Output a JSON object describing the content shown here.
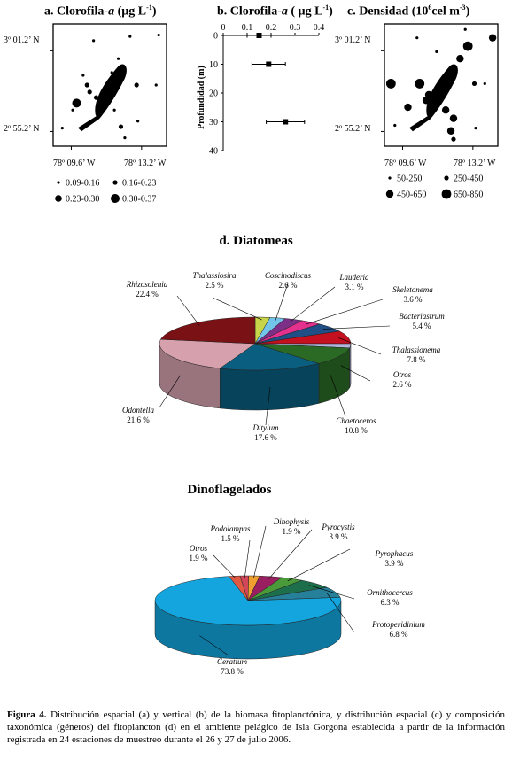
{
  "caption": {
    "label": "Figura 4.",
    "text": " Distribución espacial (a) y vertical (b) de la biomasa fitoplanctónica, y distribución espacial (c) y composición taxonómica (géneros) del fitoplancton (d) en el ambiente pelágico de Isla Gorgona establecida a partir de la información registrada en 24 estaciones de muestreo durante el 26 y 27 de julio 2006."
  },
  "maps": {
    "lat_top": "3º 01.2’ N",
    "lat_bottom": "2º 55.2’ N",
    "lon_left": "78º 09.6’ W",
    "lon_right": "78º 13.2’ W"
  },
  "chart_data": [
    {
      "type": "scatter",
      "panel": "a",
      "title_prefix": "a. Clorofila-",
      "title_italic": "a",
      "title_suffix": " (µg L",
      "title_sup": "-1",
      "title_end": ")",
      "legend": [
        "0.09-0.16",
        "0.16-0.23",
        "0.23-0.30",
        "0.30-0.37"
      ],
      "points": [
        {
          "lon": 78.158,
          "lat": 2.993,
          "cls": 0
        },
        {
          "lon": 78.194,
          "lat": 3.021,
          "cls": 0
        },
        {
          "lon": 78.216,
          "lat": 3.022,
          "cls": 0
        },
        {
          "lon": 78.166,
          "lat": 3.018,
          "cls": 0
        },
        {
          "lon": 78.214,
          "lat": 2.986,
          "cls": 0
        },
        {
          "lon": 78.199,
          "lat": 2.986,
          "cls": 1
        },
        {
          "lon": 78.161,
          "lat": 2.986,
          "cls": 1
        },
        {
          "lon": 78.168,
          "lat": 2.977,
          "cls": 1
        },
        {
          "lon": 78.163,
          "lat": 2.981,
          "cls": 1
        },
        {
          "lon": 78.153,
          "lat": 2.973,
          "cls": 3
        },
        {
          "lon": 78.187,
          "lat": 2.956,
          "cls": 1
        },
        {
          "lon": 78.2,
          "lat": 2.96,
          "cls": 0
        },
        {
          "lon": 78.182,
          "lat": 2.968,
          "cls": 0
        },
        {
          "lon": 78.18,
          "lat": 2.995,
          "cls": 0
        },
        {
          "lon": 78.185,
          "lat": 3.005,
          "cls": 0
        },
        {
          "lon": 78.19,
          "lat": 2.948,
          "cls": 0
        },
        {
          "lon": 78.142,
          "lat": 2.955,
          "cls": 0
        },
        {
          "lon": 78.15,
          "lat": 2.968,
          "cls": 0
        }
      ]
    },
    {
      "type": "scatter",
      "panel": "b",
      "title_prefix": "b. Clorofila-",
      "title_italic": "a",
      "title_suffix": " ( µg L",
      "title_sup": "-1",
      "title_end": ")",
      "ylabel": "Profundidad (m)",
      "xlim": [
        0,
        0.4
      ],
      "ylim": [
        0,
        40
      ],
      "xticks": [
        "0",
        "0.1",
        "0.2",
        "0.3",
        "0.4"
      ],
      "yticks": [
        "0",
        "10",
        "20",
        "30",
        "40"
      ],
      "x": [
        0.15,
        0.19,
        0.26
      ],
      "y": [
        0,
        10,
        30
      ],
      "xerr": [
        0.05,
        0.07,
        0.08
      ]
    },
    {
      "type": "scatter",
      "panel": "c",
      "title_prefix": "c. Densidad (10",
      "title_sup": "6",
      "title_suffix": "cel m",
      "title_sup2": "-3",
      "title_end": ")",
      "legend": [
        "50-250",
        "250-450",
        "450-650",
        "650-850"
      ],
      "points": [
        {
          "lon": 78.197,
          "lat": 3.026,
          "cls": 0
        },
        {
          "lon": 78.218,
          "lat": 3.02,
          "cls": 2
        },
        {
          "lon": 78.16,
          "lat": 3.02,
          "cls": 0
        },
        {
          "lon": 78.199,
          "lat": 3.014,
          "cls": 3
        },
        {
          "lon": 78.175,
          "lat": 3.01,
          "cls": 0
        },
        {
          "lon": 78.193,
          "lat": 3.005,
          "cls": 2
        },
        {
          "lon": 78.14,
          "lat": 2.987,
          "cls": 3
        },
        {
          "lon": 78.162,
          "lat": 2.987,
          "cls": 3
        },
        {
          "lon": 78.204,
          "lat": 2.987,
          "cls": 1
        },
        {
          "lon": 78.212,
          "lat": 2.987,
          "cls": 0
        },
        {
          "lon": 78.169,
          "lat": 2.979,
          "cls": 2
        },
        {
          "lon": 78.167,
          "lat": 2.975,
          "cls": 2
        },
        {
          "lon": 78.17,
          "lat": 2.975,
          "cls": 2
        },
        {
          "lon": 78.153,
          "lat": 2.97,
          "cls": 2
        },
        {
          "lon": 78.182,
          "lat": 2.968,
          "cls": 2
        },
        {
          "lon": 78.188,
          "lat": 2.962,
          "cls": 2
        },
        {
          "lon": 78.205,
          "lat": 2.955,
          "cls": 0
        },
        {
          "lon": 78.186,
          "lat": 2.953,
          "cls": 2
        },
        {
          "lon": 78.188,
          "lat": 2.947,
          "cls": 1
        },
        {
          "lon": 78.143,
          "lat": 2.957,
          "cls": 0
        }
      ]
    },
    {
      "type": "pie",
      "panel": "d",
      "title": "d. Diatomeas",
      "slices": [
        {
          "name": "Thalassiosira",
          "pct": "2.5 %",
          "value": 2.5,
          "color": "#c8d44a"
        },
        {
          "name": "Coscinodiscus",
          "pct": "2.6 %",
          "value": 2.6,
          "color": "#73c4ea"
        },
        {
          "name": "Lauderia",
          "pct": "3.1 %",
          "value": 3.1,
          "color": "#7b2f86"
        },
        {
          "name": "Skeletonema",
          "pct": "3.6 %",
          "value": 3.6,
          "color": "#e3318d"
        },
        {
          "name": "Bacteriastrum",
          "pct": "5.4 %",
          "value": 5.4,
          "color": "#1f4f86"
        },
        {
          "name": "Thalassionema",
          "pct": "7.8 %",
          "value": 7.8,
          "color": "#c4101f"
        },
        {
          "name": "Otros",
          "pct": "2.6 %",
          "value": 2.6,
          "color": "#b2b6dc"
        },
        {
          "name": "Chaetoceros",
          "pct": "10.8 %",
          "value": 10.8,
          "color": "#2b6a25"
        },
        {
          "name": "Ditylum",
          "pct": "17.6 %",
          "value": 17.6,
          "color": "#0a5f80"
        },
        {
          "name": "Odontella",
          "pct": "21.6 %",
          "value": 21.6,
          "color": "#d6a1ad"
        },
        {
          "name": "Rhizosolenia",
          "pct": "22.4 %",
          "value": 22.4,
          "color": "#7a1115"
        }
      ]
    },
    {
      "type": "pie",
      "panel": "dino",
      "title": "Dinoflagelados",
      "slices": [
        {
          "name": "Podolampas",
          "pct": "1.5 %",
          "value": 1.5,
          "color": "#d2465a"
        },
        {
          "name": "Dinophysis",
          "pct": "1.9 %",
          "value": 1.9,
          "color": "#f0a030"
        },
        {
          "name": "Pyrocystis",
          "pct": "3.9 %",
          "value": 3.9,
          "color": "#9a1f60"
        },
        {
          "name": "Pyrophacus",
          "pct": "3.9 %",
          "value": 3.9,
          "color": "#4a9a3a"
        },
        {
          "name": "Ornithocercus",
          "pct": "6.3 %",
          "value": 6.3,
          "color": "#1d6e4a"
        },
        {
          "name": "Protoperidinium",
          "pct": "6.8 %",
          "value": 6.8,
          "color": "#27809a"
        },
        {
          "name": "Ceratium",
          "pct": "73.8 %",
          "value": 73.8,
          "color": "#14a5de"
        },
        {
          "name": "Otros",
          "pct": "1.9 %",
          "value": 1.9,
          "color": "#e05a42"
        }
      ]
    }
  ]
}
